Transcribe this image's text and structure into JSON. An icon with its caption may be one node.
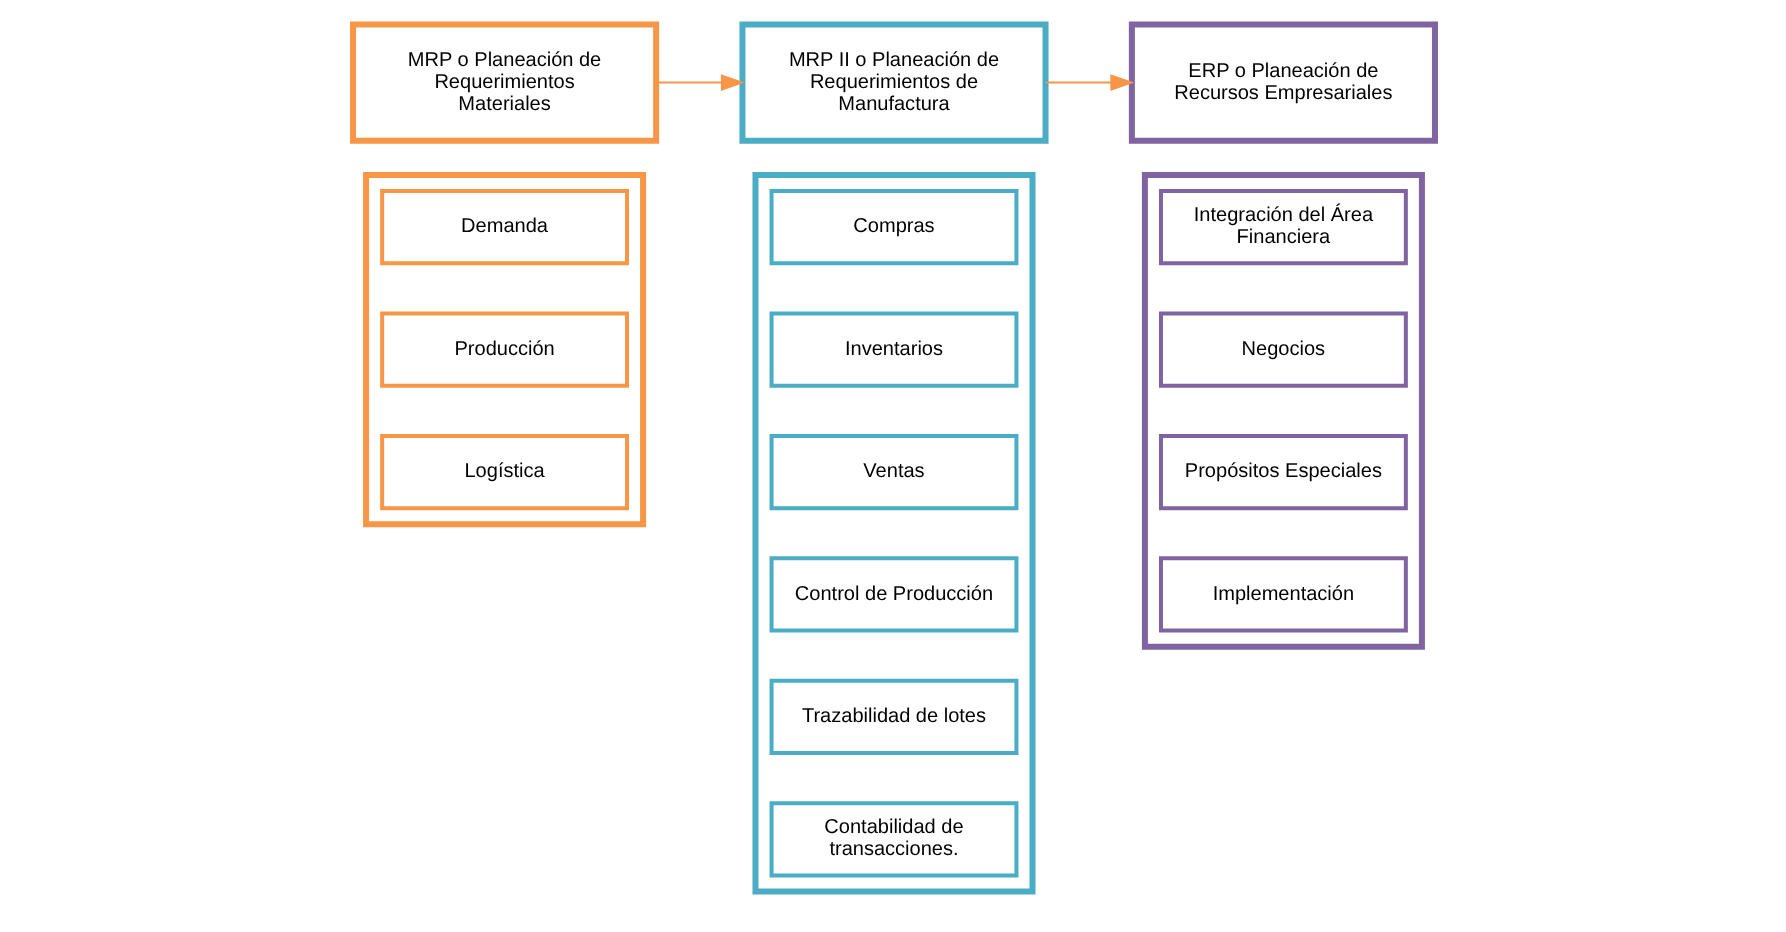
{
  "diagram": {
    "nodes": [
      {
        "text": [
          "MRP o Planeación de Requerimientos Materiales"
        ]
      },
      {
        "text": [
          "MRP II o Planeación de Requerimientos de Manufactura"
        ]
      },
      {
        "text": [
          "ERP o Planeación de Recursos Empresariales"
        ]
      },
      {
        "text": [],
        "shape": "box"
      },
      {
        "text": [
          "Demanda"
        ],
        "in": 3
      },
      {
        "text": [
          "Producción"
        ],
        "in": 3
      },
      {
        "text": [
          "Logística"
        ],
        "in": 3
      },
      {
        "text": [],
        "shape": "box"
      },
      {
        "text": [
          "Compras"
        ],
        "in": 7
      },
      {
        "text": [
          "Inventarios"
        ],
        "in": 7
      },
      {
        "text": [
          "Ventas"
        ],
        "in": 7
      },
      {
        "text": [
          "Control de Producción"
        ],
        "in": 7
      },
      {
        "text": [
          "Trazabilidad de lotes"
        ],
        "in": 7
      },
      {
        "text": [
          "Contabilidad de transacciones."
        ],
        "in": 7
      },
      {
        "text": [],
        "shape": "box"
      },
      {
        "text": [
          "Integración del Área Financiera"
        ],
        "in": 14
      },
      {
        "text": [
          "Negocios"
        ],
        "in": 14
      },
      {
        "text": [
          "Propósitos Especiales"
        ],
        "in": 14
      },
      {
        "text": [
          "Implementación"
        ],
        "in": 14
      }
    ],
    "edges": [
      {
        "from": 0,
        "to": 1,
        "arrow": "to"
      },
      {
        "from": 1,
        "to": 2,
        "arrow": "to"
      }
    ]
  }
}
